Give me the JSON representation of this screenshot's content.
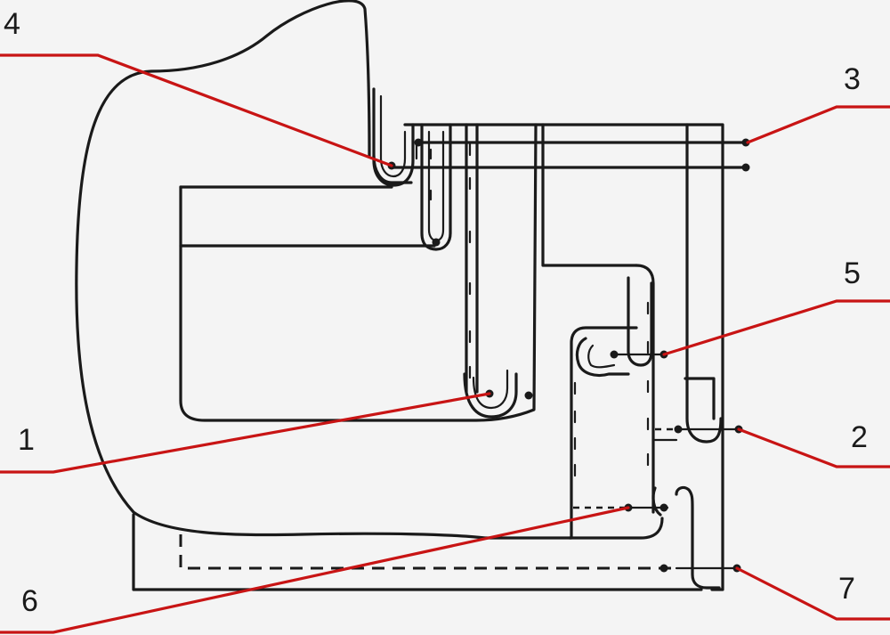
{
  "callouts": [
    {
      "id": "1",
      "label": "1"
    },
    {
      "id": "2",
      "label": "2"
    },
    {
      "id": "3",
      "label": "3"
    },
    {
      "id": "4",
      "label": "4"
    },
    {
      "id": "5",
      "label": "5"
    },
    {
      "id": "6",
      "label": "6"
    },
    {
      "id": "7",
      "label": "7"
    }
  ],
  "colors": {
    "background": "#f4f4f4",
    "ink": "#1a1a1a",
    "leader": "#c81414"
  }
}
